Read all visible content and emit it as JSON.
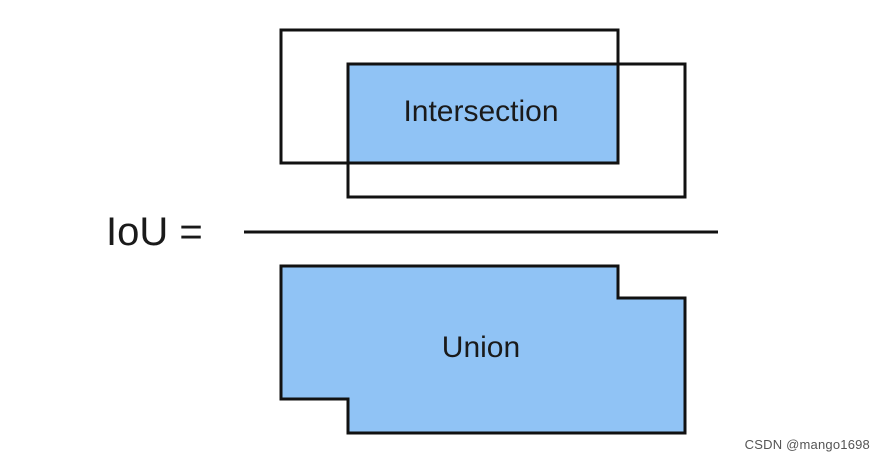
{
  "formula": {
    "lhs": "IoU ="
  },
  "numerator": {
    "label": "Intersection"
  },
  "denominator": {
    "label": "Union"
  },
  "watermark": "CSDN @mango1698",
  "colors": {
    "fill": "#90c3f5",
    "stroke": "#111111",
    "text": "#1a1a1a",
    "background": "#ffffff"
  }
}
